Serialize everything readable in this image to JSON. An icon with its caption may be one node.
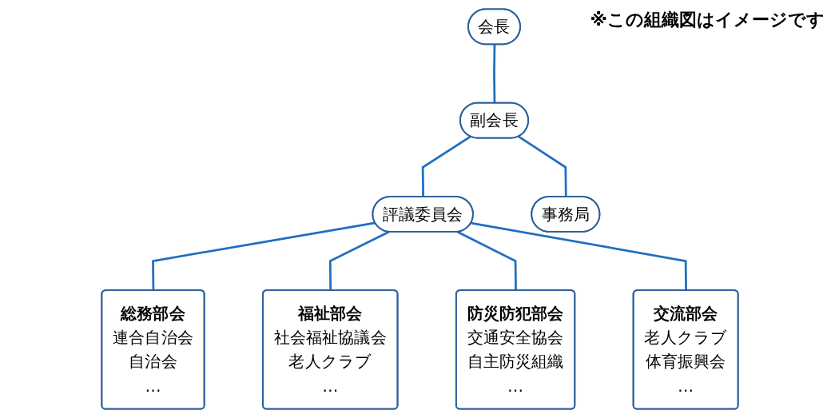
{
  "diagram": {
    "nodes": [
      {
        "text": [
          "会長"
        ]
      },
      {
        "text": [
          "副会長"
        ]
      },
      {
        "text": [
          "事務局"
        ]
      },
      {
        "text": [
          "評議委員会"
        ]
      },
      {
        "text": [
          "総務部会",
          "連合自治会",
          "自治会",
          "…"
        ]
      },
      {
        "text": [
          "福祉部会",
          "社会福祉協議会",
          "老人クラブ",
          "…"
        ]
      },
      {
        "text": [
          "防災防犯部会",
          "交通安全協会",
          "自主防災組織",
          "…"
        ]
      },
      {
        "text": [
          "交流部会",
          "老人クラブ",
          "体育振興会",
          "…"
        ]
      }
    ],
    "edges": [
      {
        "from": 0,
        "to": 1,
        "arrow": "none"
      },
      {
        "from": 1,
        "to": 3,
        "arrow": "none"
      },
      {
        "from": 1,
        "to": 2,
        "arrow": "none"
      },
      {
        "from": 3,
        "to": 4,
        "arrow": "none"
      },
      {
        "from": 3,
        "to": 5,
        "arrow": "none"
      },
      {
        "from": 3,
        "to": 6,
        "arrow": "none"
      },
      {
        "from": 3,
        "to": 7,
        "arrow": "none"
      }
    ],
    "labels": [
      "※この組織図はイメージです"
    ]
  }
}
